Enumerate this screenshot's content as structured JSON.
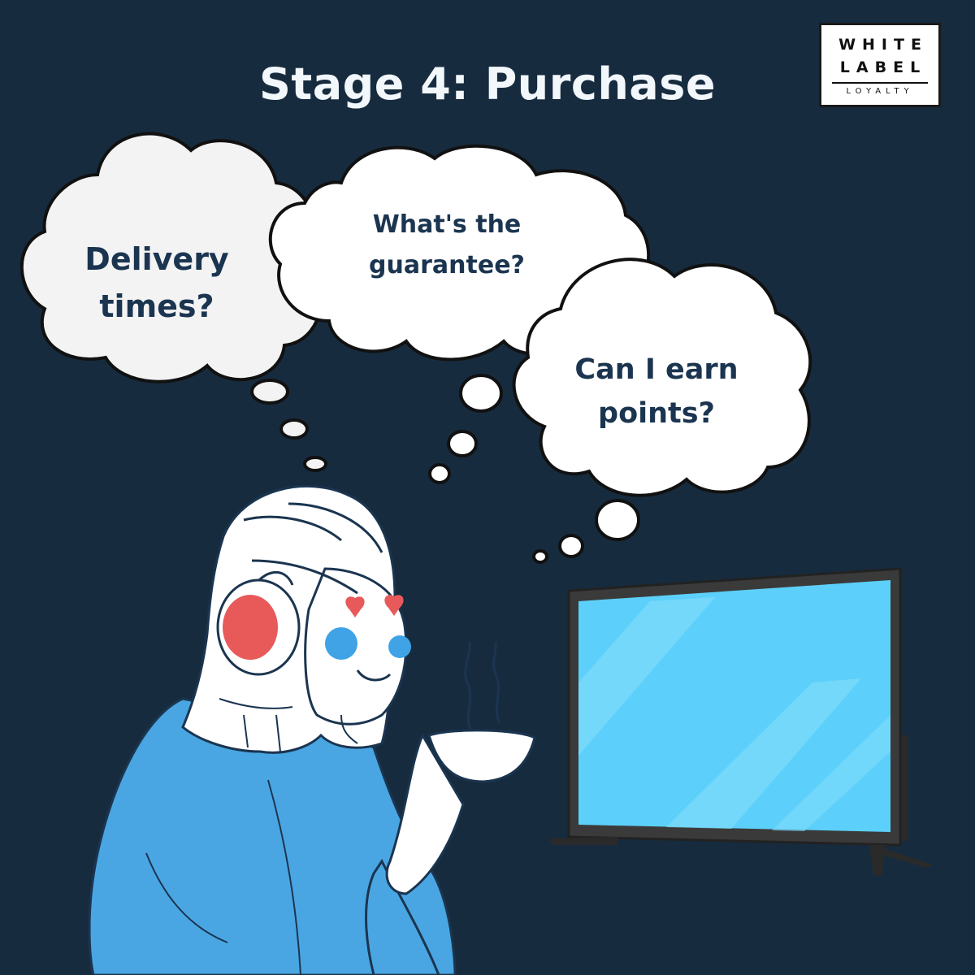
{
  "title": "Stage 4: Purchase",
  "logo": {
    "line1": "WHITE",
    "line2": "LABEL",
    "line3": "LOYALTY"
  },
  "thoughts": [
    {
      "line1": "Delivery",
      "line2": "times?"
    },
    {
      "line1": "What's the",
      "line2": "guarantee?"
    },
    {
      "line1": "Can I earn",
      "line2": "points?"
    }
  ],
  "colors": {
    "background": "#172b3e",
    "bubble_fill": "#f4f4f4",
    "bubble_text": "#1b3550",
    "sweater": "#4aa6e2",
    "headphone": "#e85a5a",
    "tv_screen": "#5cd0fa"
  }
}
